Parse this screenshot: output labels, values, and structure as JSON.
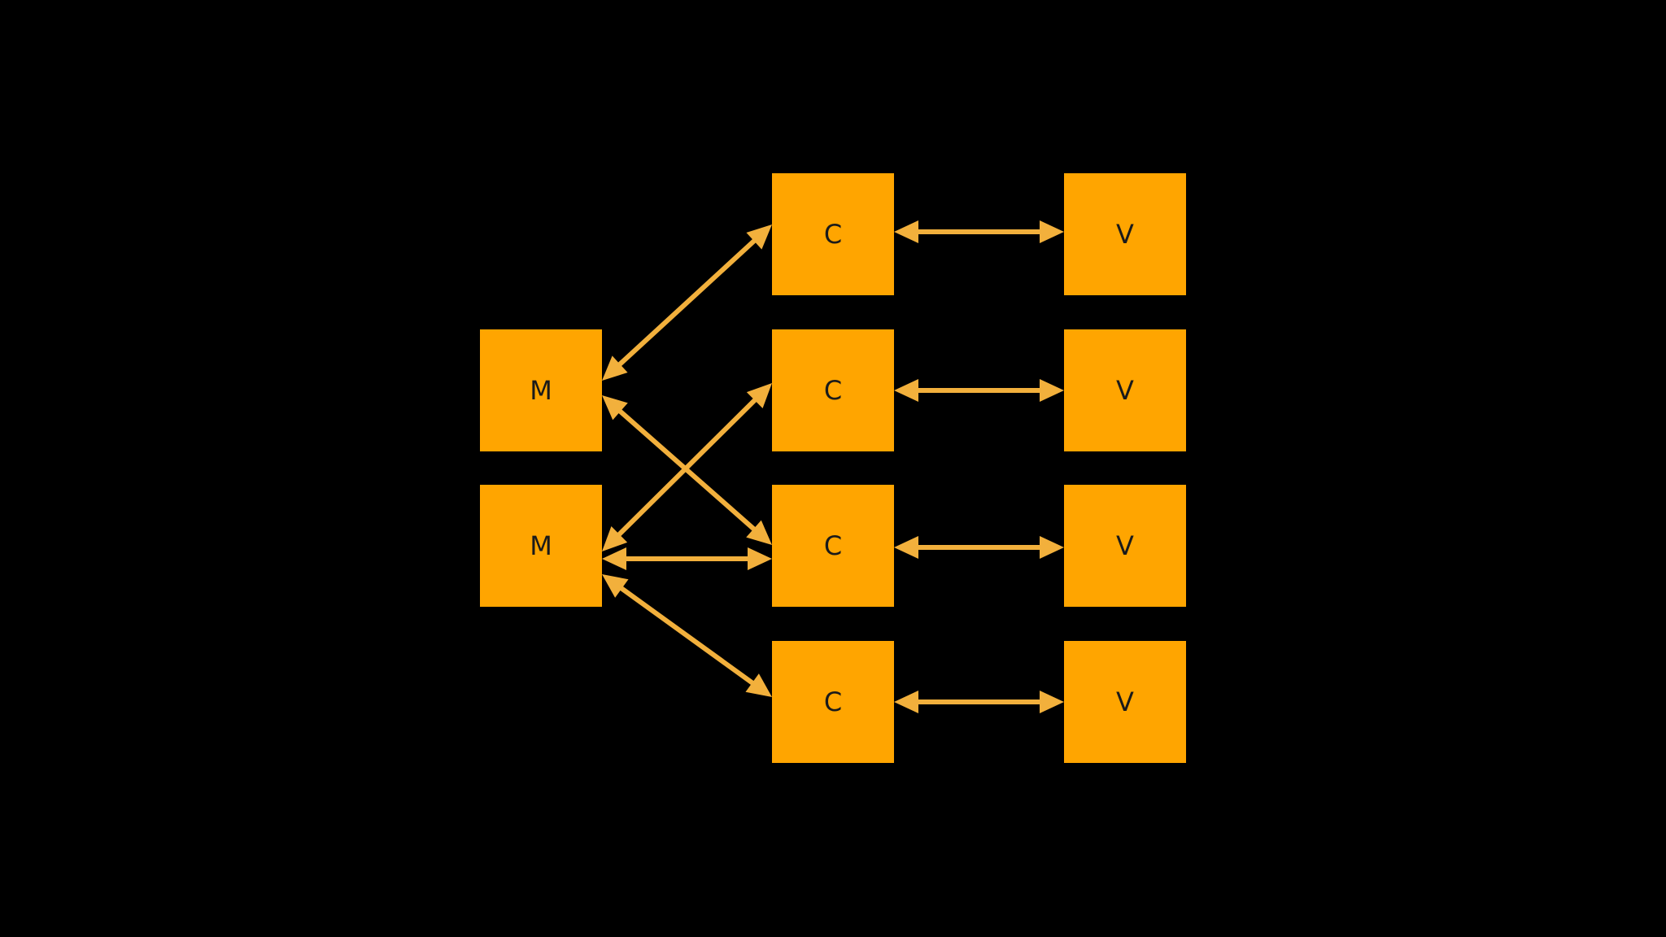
{
  "colors": {
    "background": "#000000",
    "box_fill": "#FFA500",
    "arrow": "#F2B03C",
    "label": "#1a1a1a"
  },
  "nodes": {
    "m1": {
      "label": "M"
    },
    "m2": {
      "label": "M"
    },
    "c1": {
      "label": "C"
    },
    "c2": {
      "label": "C"
    },
    "c3": {
      "label": "C"
    },
    "c4": {
      "label": "C"
    },
    "v1": {
      "label": "V"
    },
    "v2": {
      "label": "V"
    },
    "v3": {
      "label": "V"
    },
    "v4": {
      "label": "V"
    }
  },
  "connections": [
    {
      "from": "m1",
      "to": "c1",
      "direction": "both"
    },
    {
      "from": "m1",
      "to": "c3",
      "direction": "both"
    },
    {
      "from": "m2",
      "to": "c2",
      "direction": "both"
    },
    {
      "from": "m2",
      "to": "c3",
      "direction": "both"
    },
    {
      "from": "m2",
      "to": "c4",
      "direction": "both"
    },
    {
      "from": "c1",
      "to": "v1",
      "direction": "both"
    },
    {
      "from": "c2",
      "to": "v2",
      "direction": "both"
    },
    {
      "from": "c3",
      "to": "v3",
      "direction": "both"
    },
    {
      "from": "c4",
      "to": "v4",
      "direction": "both"
    }
  ]
}
